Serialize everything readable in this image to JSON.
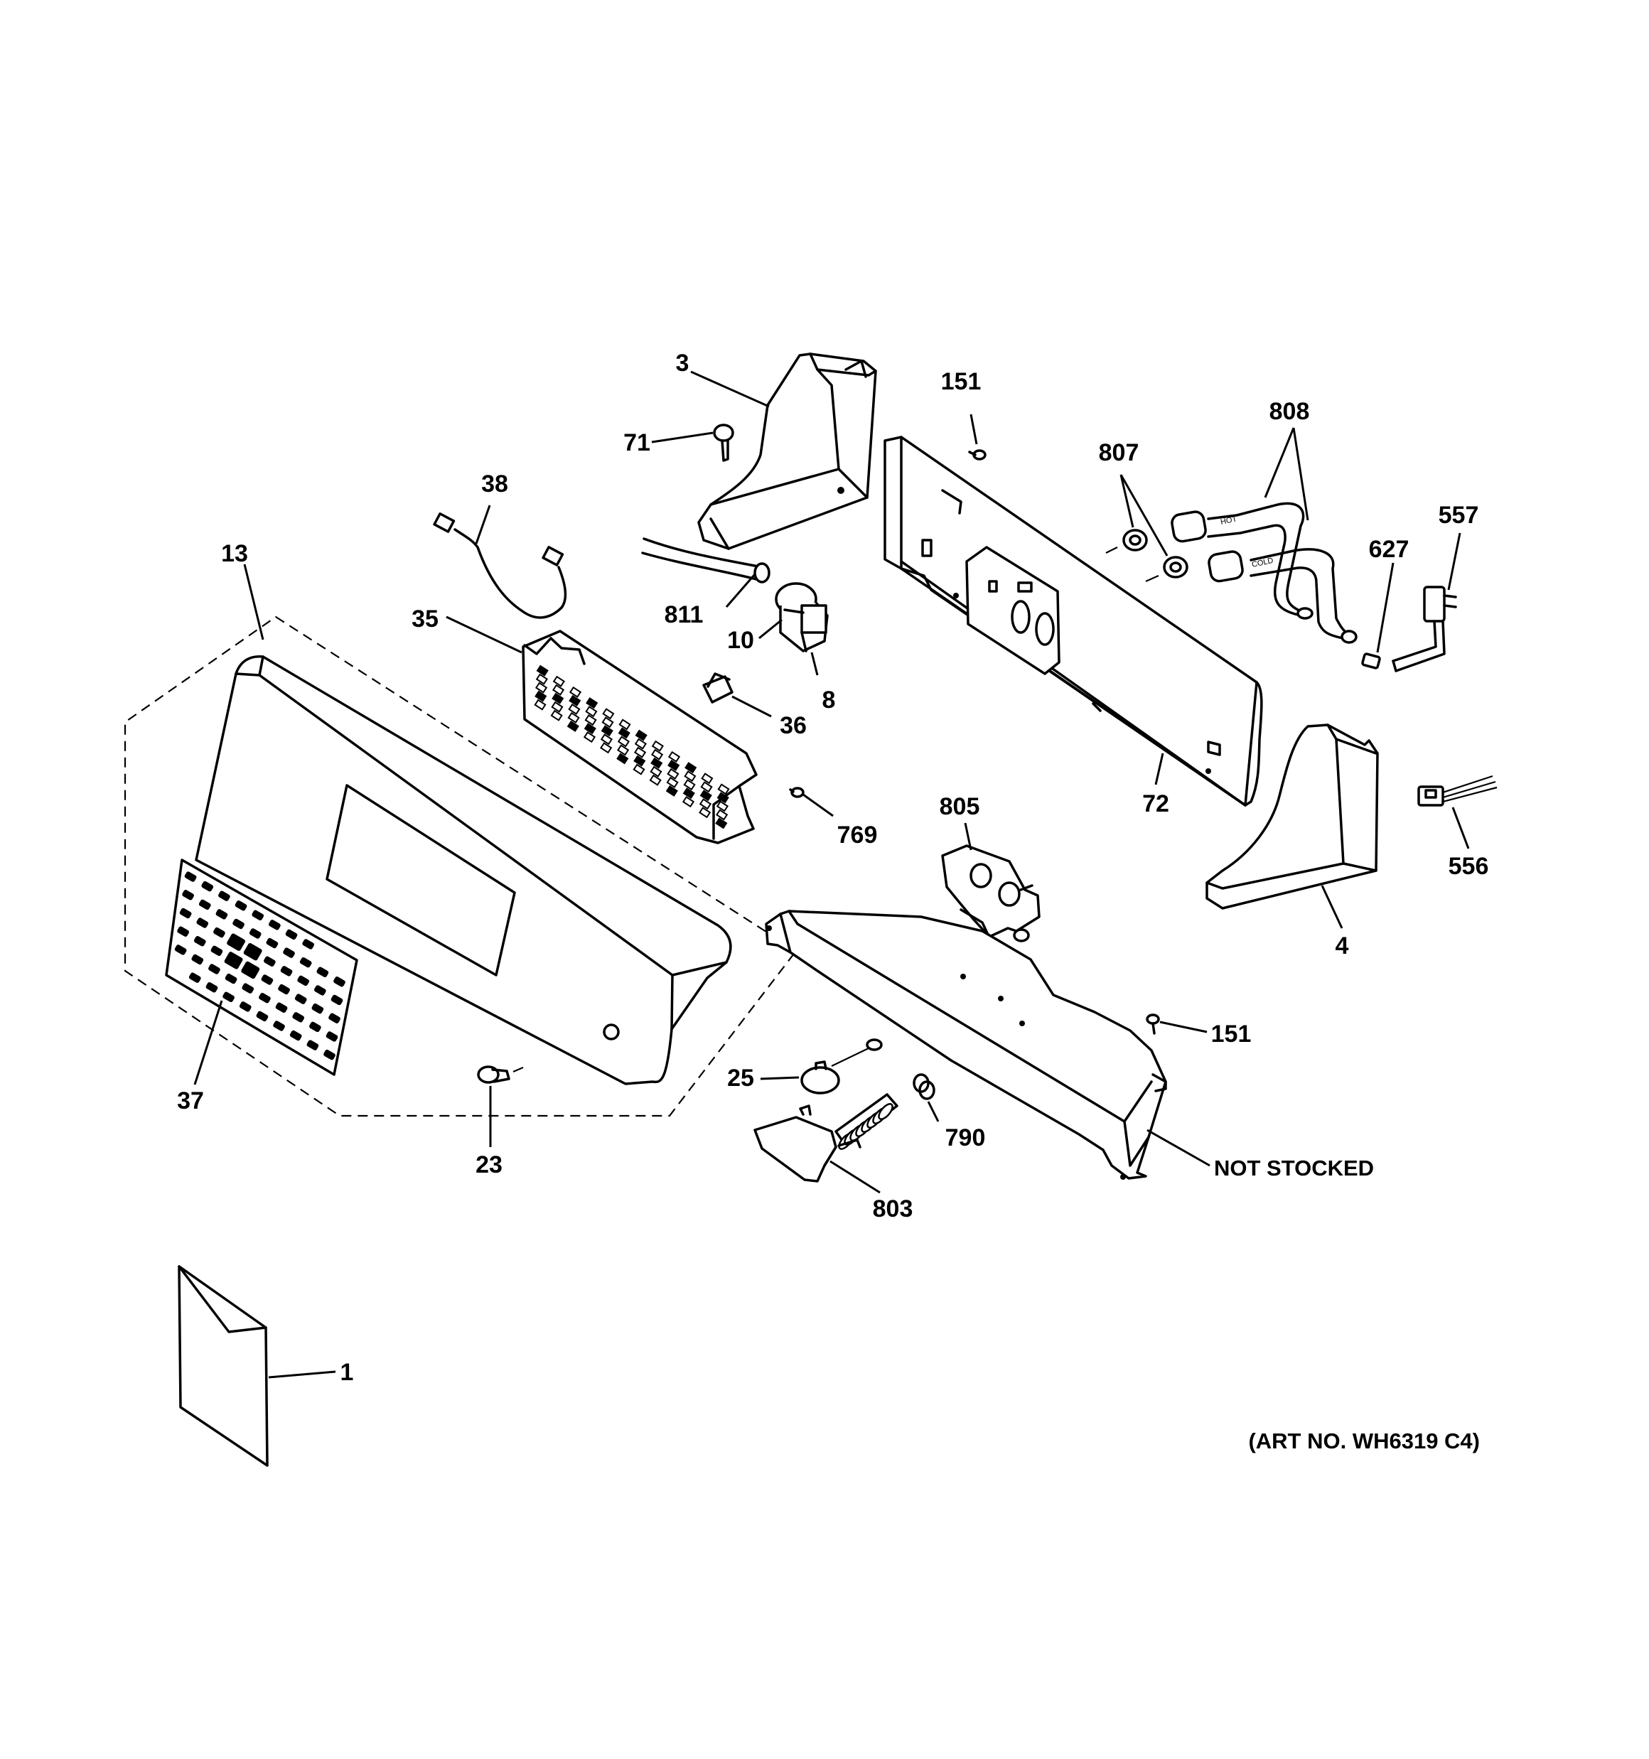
{
  "diagram": {
    "callouts": {
      "c3": "3",
      "c71": "71",
      "c151a": "151",
      "c807": "807",
      "c808": "808",
      "c38": "38",
      "c13": "13",
      "c811": "811",
      "c10": "10",
      "c8": "8",
      "c627": "627",
      "c557": "557",
      "c35": "35",
      "c36": "36",
      "c72": "72",
      "c805": "805",
      "c769": "769",
      "c556": "556",
      "c4": "4",
      "c151b": "151",
      "c37": "37",
      "c25": "25",
      "c790": "790",
      "c23": "23",
      "c803": "803",
      "c1": "1"
    },
    "not_stocked": "NOT STOCKED",
    "art_number": "(ART NO. WH6319 C4)",
    "hose_hot": "HOT",
    "hose_cold": "COLD"
  }
}
